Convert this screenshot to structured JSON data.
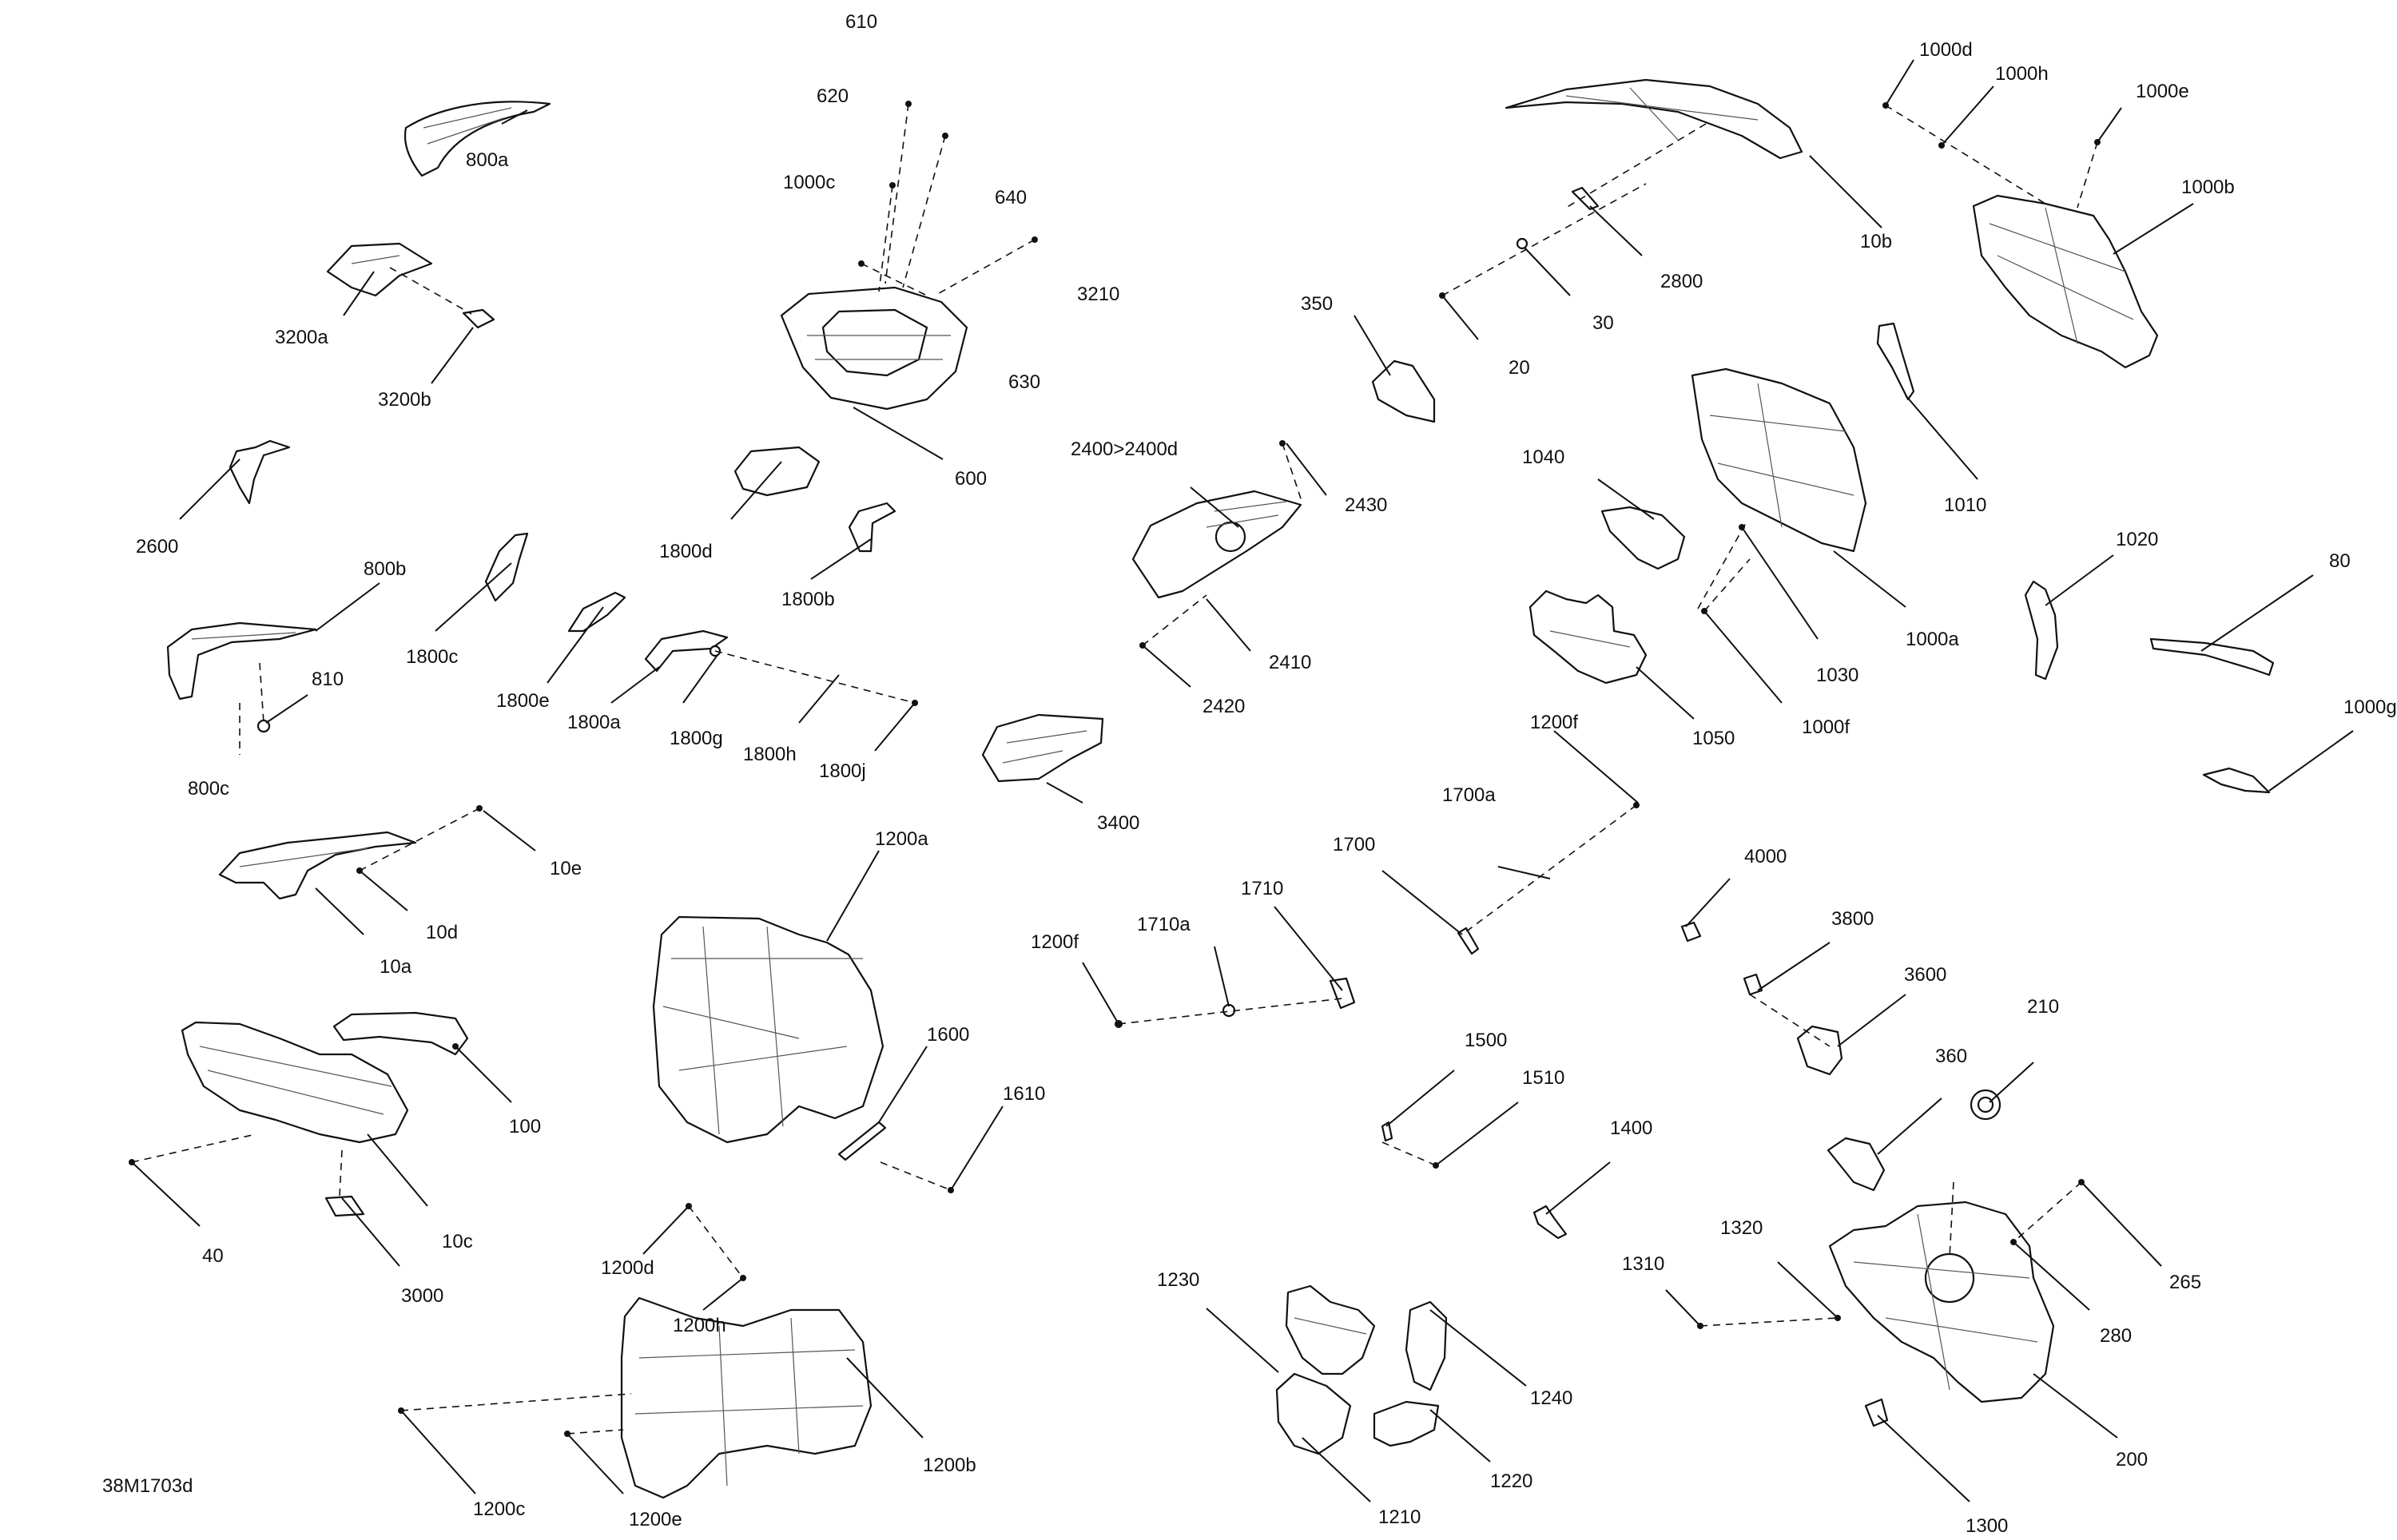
{
  "diagram": {
    "code": "38M1703d",
    "labels": [
      "610",
      "620",
      "640",
      "1000c",
      "3210",
      "630",
      "600",
      "800a",
      "3200a",
      "3200b",
      "2600",
      "1800d",
      "1800b",
      "1800c",
      "1800e",
      "800b",
      "810",
      "800c",
      "1800a",
      "1800g",
      "1800h",
      "1800j",
      "3400",
      "2400>2400d",
      "2430",
      "2410",
      "2420",
      "350",
      "10e",
      "10d",
      "10a",
      "1200a",
      "1600",
      "1610",
      "100",
      "40",
      "10c",
      "3000",
      "1200d",
      "1200h",
      "1200b",
      "1200c",
      "1200e",
      "10b",
      "2800",
      "30",
      "20",
      "1000d",
      "1000h",
      "1000e",
      "1000b",
      "1010",
      "1040",
      "1000a",
      "1030",
      "1050",
      "1000f",
      "1020",
      "80",
      "1000g",
      "1200f",
      "1700a",
      "1700",
      "1710",
      "1710a",
      "1200f",
      "4000",
      "3800",
      "3600",
      "360",
      "210",
      "1500",
      "1510",
      "1400",
      "1320",
      "1310",
      "265",
      "280",
      "200",
      "1300",
      "1230",
      "1240",
      "1220",
      "1210"
    ]
  }
}
